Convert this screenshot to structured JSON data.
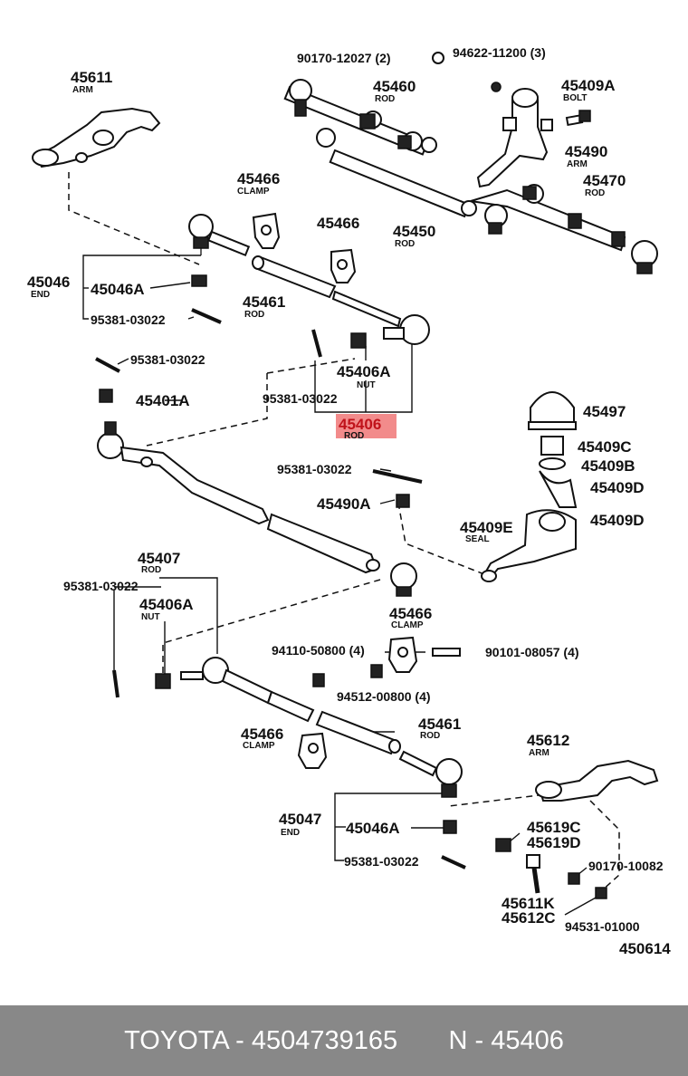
{
  "labels": {
    "p45611": "45611",
    "arm_tl": "ARM",
    "p90170_12027": "90170-12027 (2)",
    "p94622": "94622-11200 (3)",
    "p45460": "45460",
    "rod_45460": "ROD",
    "p45409A": "45409A",
    "bolt": "BOLT",
    "p45490": "45490",
    "arm_45490": "ARM",
    "p45470": "45470",
    "rod_45470": "ROD",
    "p45466_a": "45466",
    "clamp_a": "CLAMP",
    "p45466_b": "45466",
    "p45450": "45450",
    "rod_45450": "ROD",
    "p45046": "45046",
    "end_a": "END",
    "p45046A_a": "45046A",
    "p45461_a": "45461",
    "rod_45461_a": "ROD",
    "p95381_a": "95381-03022",
    "p95381_b": "95381-03022",
    "p45406A_a": "45406A",
    "nut_a": "NUT",
    "p45401A": "45401A",
    "p95381_c": "95381-03022",
    "p45406": "45406",
    "rod_45406": "ROD",
    "p45497": "45497",
    "p45409C": "45409C",
    "p45409B": "45409B",
    "p95381_d": "95381-03022",
    "p45409D_a": "45409D",
    "p45490A": "45490A",
    "p45409E": "45409E",
    "seal": "SEAL",
    "p45409D_b": "45409D",
    "p45407": "45407",
    "rod_45407": "ROD",
    "p95381_e": "95381-03022",
    "p45406A_b": "45406A",
    "nut_b": "NUT",
    "p45466_c": "45466",
    "clamp_c": "CLAMP",
    "p94110": "94110-50800 (4)",
    "p90101": "90101-08057 (4)",
    "p94512": "94512-00800 (4)",
    "p45466_d": "45466",
    "clamp_d": "CLAMP",
    "p45461_b": "45461",
    "rod_45461_b": "ROD",
    "p45612": "45612",
    "arm_45612": "ARM",
    "p45047": "45047",
    "end_b": "END",
    "p45046A_b": "45046A",
    "p45619C": "45619C",
    "p45619D": "45619D",
    "p95381_f": "95381-03022",
    "p90170_10082": "90170-10082",
    "p45611K": "45611K",
    "p45612C": "45612C",
    "p94531": "94531-01000",
    "diagram_no": "450614"
  },
  "footer": {
    "text": "TOYOTA - 4504739165       N - 45406"
  },
  "colors": {
    "highlight": "#f28b8b",
    "footer_bg": "#888888",
    "footer_text": "#ffffff"
  }
}
